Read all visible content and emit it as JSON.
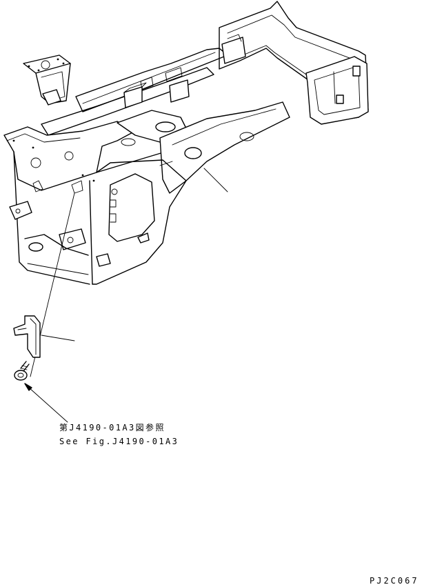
{
  "reference_jp": "第J4190-01A3図参照",
  "reference_en": "See Fig.J4190-01A3",
  "drawing_code": "PJ2C067"
}
